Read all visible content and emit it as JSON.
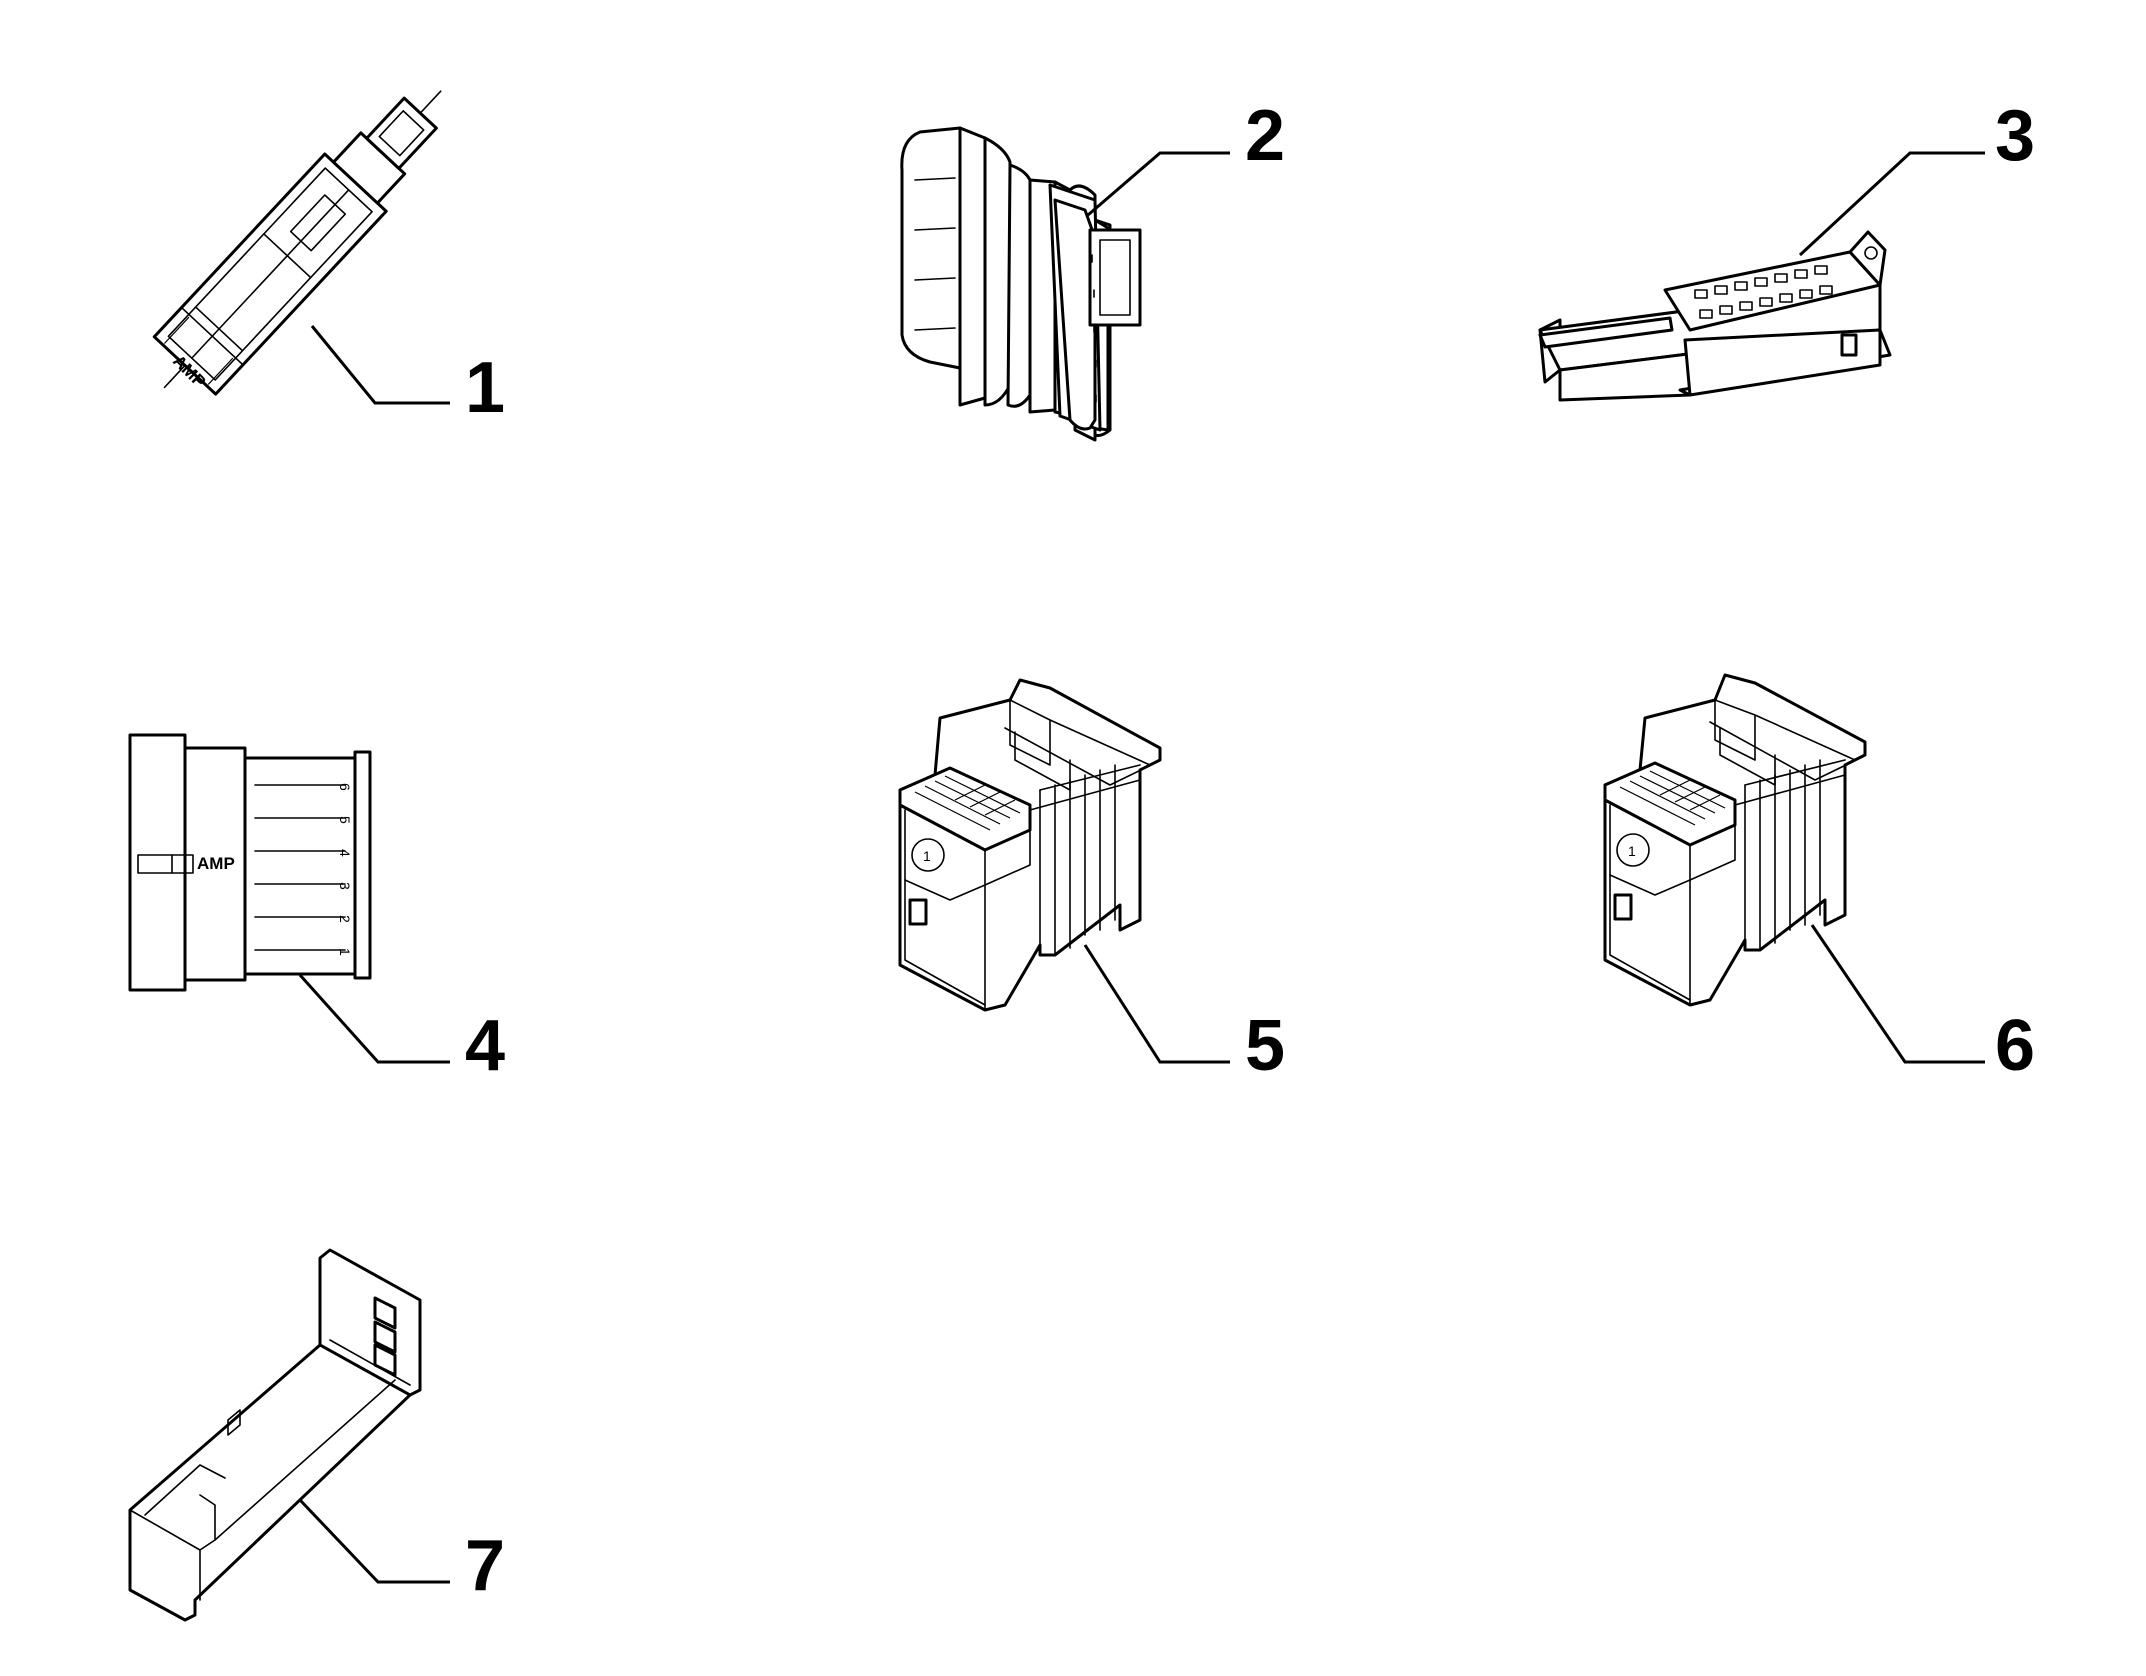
{
  "parts": [
    {
      "id": "part-1",
      "number": "1",
      "marking": "AMP"
    },
    {
      "id": "part-2",
      "number": "2"
    },
    {
      "id": "part-3",
      "number": "3"
    },
    {
      "id": "part-4",
      "number": "4",
      "marking": "AMP",
      "pins": [
        "6",
        "5",
        "4",
        "3",
        "2",
        "1"
      ]
    },
    {
      "id": "part-5",
      "number": "5",
      "marking": "1"
    },
    {
      "id": "part-6",
      "number": "6",
      "marking": "1"
    },
    {
      "id": "part-7",
      "number": "7"
    }
  ]
}
